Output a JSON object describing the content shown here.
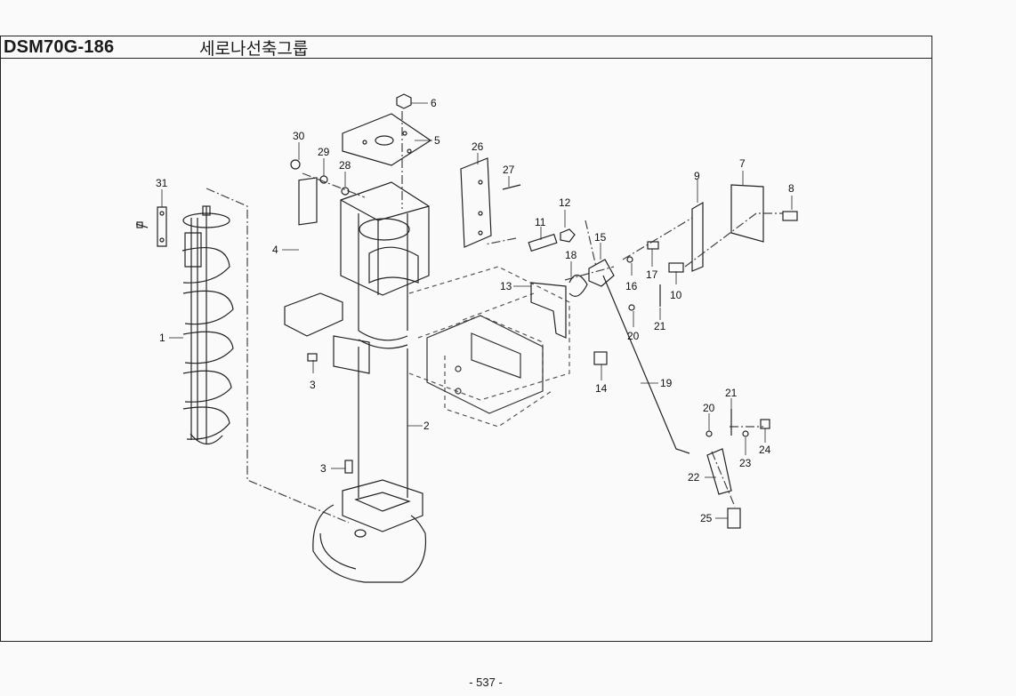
{
  "header": {
    "part_code": "DSM70G-186",
    "group_name": "세로나선축그룹"
  },
  "callouts": [
    "1",
    "2",
    "3",
    "3",
    "4",
    "5",
    "6",
    "7",
    "8",
    "9",
    "10",
    "11",
    "12",
    "13",
    "14",
    "15",
    "16",
    "17",
    "18",
    "19",
    "20",
    "20",
    "21",
    "21",
    "22",
    "23",
    "24",
    "25",
    "26",
    "27",
    "28",
    "29",
    "30",
    "31"
  ],
  "footer": {
    "page_number": "- 537 -"
  }
}
